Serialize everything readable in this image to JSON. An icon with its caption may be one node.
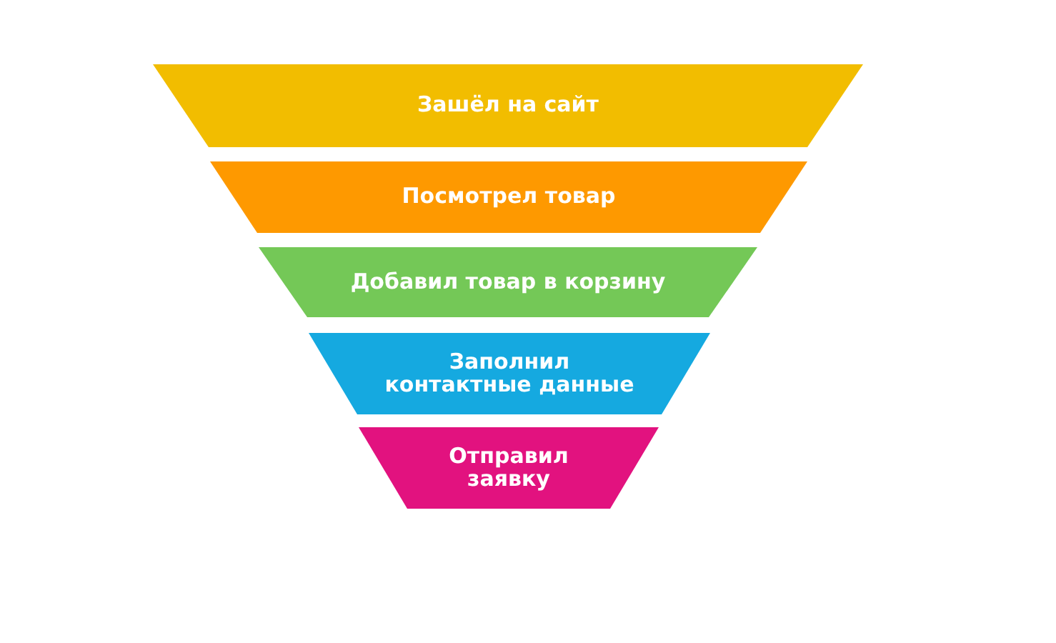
{
  "diagram": {
    "nodes": [
      {
        "text": [
          "Зашёл на сайт"
        ]
      },
      {
        "text": [
          "Посмотрел товар"
        ]
      },
      {
        "text": [
          "Добавил товар в корзину"
        ]
      },
      {
        "text": [
          "Заполнил контактные данные"
        ]
      },
      {
        "text": [
          "Отправил заявку"
        ]
      }
    ]
  }
}
